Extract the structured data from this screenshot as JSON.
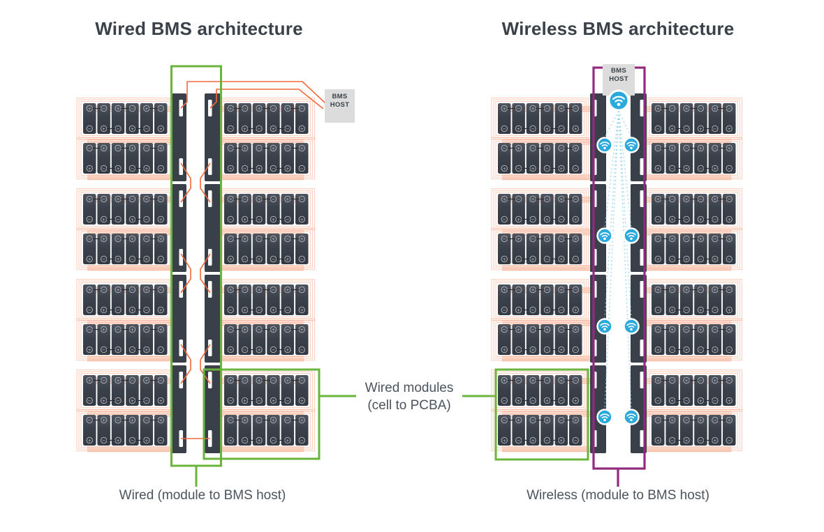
{
  "page": {
    "background": "#ffffff"
  },
  "wired": {
    "title": "Wired BMS architecture",
    "bms_host_line1": "BMS",
    "bms_host_line2": "HOST",
    "bus_label": "Wired (module to BMS host)",
    "modules_label_line1": "Wired modules",
    "modules_label_line2": "(cell to PCBA)"
  },
  "wireless": {
    "title": "Wireless BMS architecture",
    "bms_host_line1": "BMS",
    "bms_host_line2": "HOST",
    "bus_label": "Wireless (module to BMS host)"
  },
  "structure": {
    "diagrams": 2,
    "module_groups_per_side": 4,
    "sides_per_diagram": 2,
    "rows_per_group": 2,
    "cells_per_row": 6,
    "cell_terminal_symbols": [
      "+",
      "−"
    ],
    "wifi_module_icons": 8,
    "wifi_host_icons": 1
  },
  "icons": [
    "wifi-icon",
    "plus-terminal-icon",
    "minus-terminal-icon"
  ],
  "colors": {
    "green_highlight": "#6ab43c",
    "orange_wire": "#f2683c",
    "salmon_sense_wire": "#f5a584",
    "purple_highlight": "#932a80",
    "cyan_wifi": "#29a9dc",
    "cyan_dash": "#8bd1ee",
    "bar_dark": "#394049",
    "cell_dark": "#343a43",
    "cell_light": "#4e555f",
    "host_box_bg": "#dcdcdc",
    "title_text": "#3a4149",
    "label_text": "#4b535c"
  }
}
